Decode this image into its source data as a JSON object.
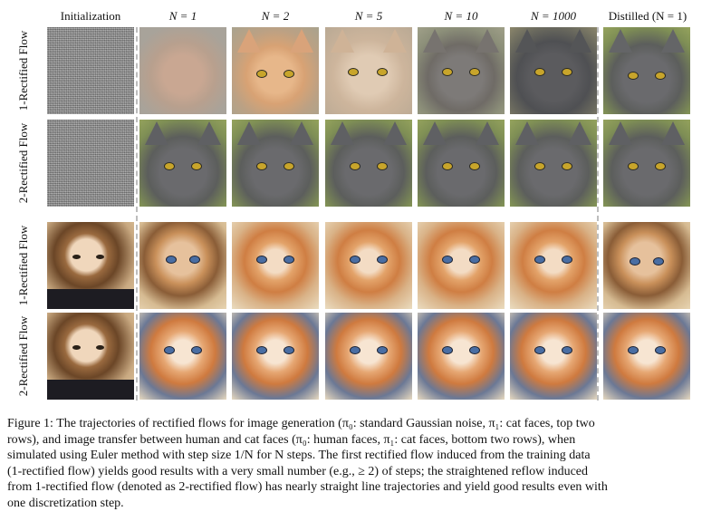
{
  "figure": {
    "column_headers": [
      "Initialization",
      "N = 1",
      "N = 2",
      "N = 5",
      "N = 10",
      "N = 1000",
      "Distilled (N = 1)"
    ],
    "row_labels": [
      "1-Rectified Flow",
      "2-Rectified Flow",
      "1-Rectified Flow",
      "2-Rectified Flow"
    ],
    "caption_lines": [
      "Figure 1: The trajectories of rectified flows for image generation (π₀: standard Gaussian noise, π₁: cat faces, top two",
      "rows), and image transfer between human and cat faces (π₀: human faces, π₁: cat faces, bottom two rows), when",
      "simulated using Euler method with step size 1/N for N steps. The first rectified flow induced from the training data",
      "(1-rectified flow) yields good results with a very small number (e.g., ≥ 2) of steps; the straightened reflow induced",
      "from 1-rectified flow (denoted as 2-rectified flow) has nearly straight line trajectories and yield good results even with",
      "one discretization step."
    ]
  }
}
